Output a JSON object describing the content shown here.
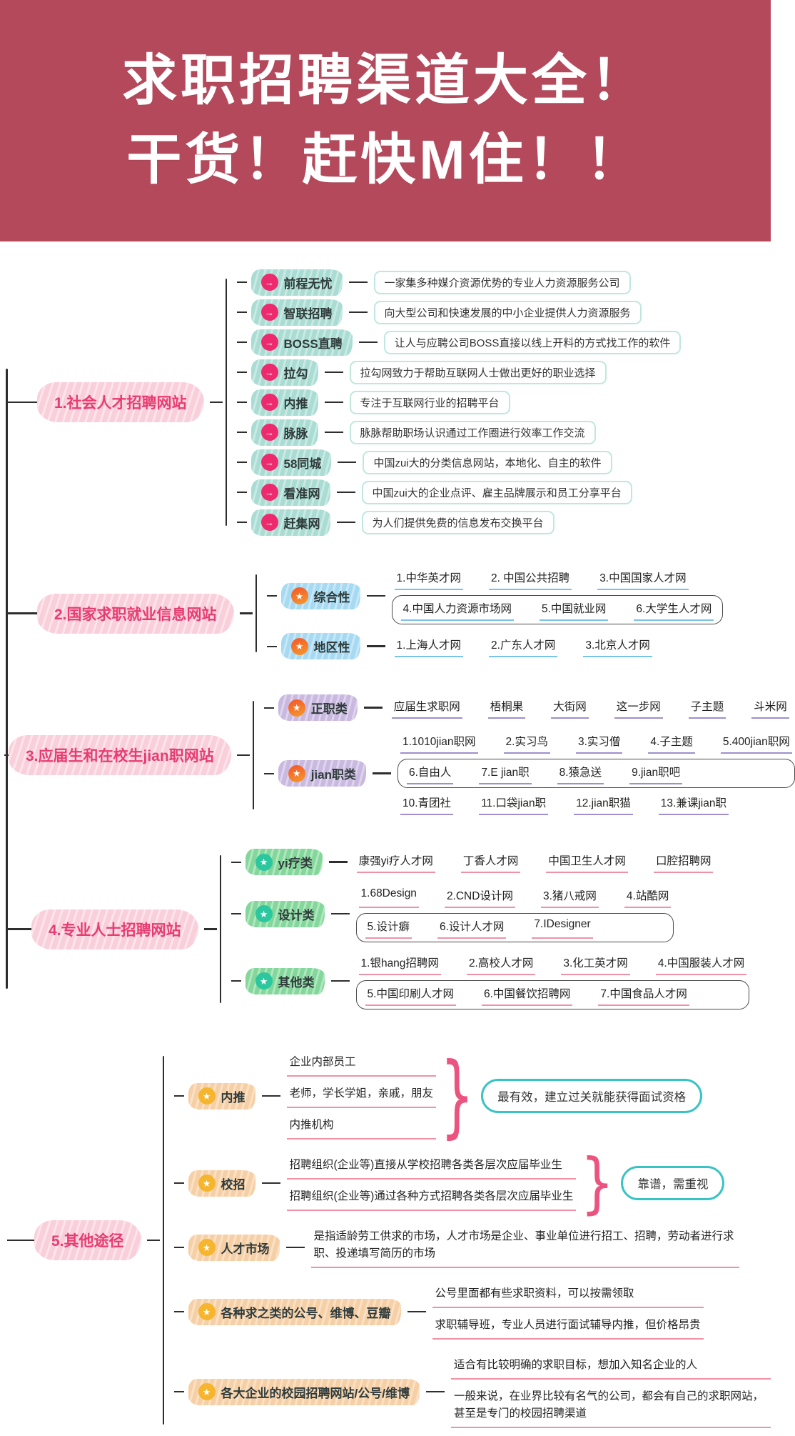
{
  "header": {
    "line1": "求职招聘渠道大全！",
    "line2": "干货！赶快M住！！"
  },
  "icons": {
    "arrow": "→",
    "star": "★",
    "brace": "}"
  },
  "palette": {
    "banner_bg": "#b5495c",
    "main_node_bg": "#f9cfdb",
    "main_node_text": "#e73c72",
    "branch1_pill": "#a9dcd3",
    "branch2_pill": "#a6d9f2",
    "branch3_pill": "#c9b9e0",
    "branch4_pill": "#83d79a",
    "branch5_pill": "#f6cfa5",
    "arrow_dot": "#ee2a6f",
    "star_dot_orange": "#f4772a",
    "star_dot_green": "#2cc79e",
    "star_dot_gold": "#f5b52e",
    "callout_border": "#3ac3c5",
    "brace_color": "#ec5480"
  },
  "b1": {
    "title": "1.社会人才招聘网站",
    "children": [
      {
        "label": "前程无忧",
        "desc": "一家集多种媒介资源优势的专业人力资源服务公司"
      },
      {
        "label": "智联招聘",
        "desc": "向大型公司和快速发展的中小企业提供人力资源服务"
      },
      {
        "label": "BOSS直聘",
        "desc": "让人与应聘公司BOSS直接以线上开料的方式找工作的软件"
      },
      {
        "label": "拉勾",
        "desc": "拉勾网致力于帮助互联网人士做出更好的职业选择"
      },
      {
        "label": "内推",
        "desc": "专注于互联网行业的招聘平台"
      },
      {
        "label": "脉脉",
        "desc": "脉脉帮助职场认识通过工作圈进行效率工作交流"
      },
      {
        "label": "58同城",
        "desc": "中国zui大的分类信息网站，本地化、自主的软件"
      },
      {
        "label": "看准网",
        "desc": "中国zui大的企业点评、雇主品牌展示和员工分享平台"
      },
      {
        "label": "赶集网",
        "desc": "为人们提供免费的信息发布交换平台"
      }
    ]
  },
  "b2": {
    "title": "2.国家求职就业信息网站",
    "cats": [
      {
        "label": "综合性",
        "rows": [
          [
            "1.中华英才网",
            "2. 中国公共招聘",
            "3.中国国家人才网"
          ],
          [
            "4.中国人力资源市场网",
            "5.中国就业网",
            "6.大学生人才网"
          ]
        ]
      },
      {
        "label": "地区性",
        "rows": [
          [
            "1.上海人才网",
            "2.广东人才网",
            "3.北京人才网"
          ]
        ]
      }
    ]
  },
  "b3": {
    "title": "3.应届生和在校生jian职网站",
    "cats": [
      {
        "label": "正职类",
        "rows": [
          [
            "应届生求职网",
            "梧桐果",
            "大街网",
            "这一步网",
            "子主题",
            "斗米网"
          ]
        ]
      },
      {
        "label": "jian职类",
        "rows": [
          [
            "1.1010jian职网",
            "2.实习鸟",
            "3.实习僧",
            "4.子主题",
            "5.400jian职网"
          ],
          [
            "6.自由人",
            "7.E jian职",
            "8.猿急送",
            "9.jian职吧"
          ],
          [
            "10.青团社",
            "11.口袋jian职",
            "12.jian职猫",
            "13.兼课jian职"
          ]
        ]
      }
    ]
  },
  "b4": {
    "title": "4.专业人士招聘网站",
    "cats": [
      {
        "label": "yi疗类",
        "rows": [
          [
            "康强yi疗人才网",
            "丁香人才网",
            "中国卫生人才网",
            "口腔招聘网"
          ]
        ]
      },
      {
        "label": "设计类",
        "rows": [
          [
            "1.68Design",
            "2.CND设计网",
            "3.猪八戒网",
            "4.站酷网"
          ],
          [
            "5.设计癖",
            "6.设计人才网",
            "7.IDesigner"
          ]
        ]
      },
      {
        "label": "其他类",
        "rows": [
          [
            "1.银hang招聘网",
            "2.高校人才网",
            "3.化工英才网",
            "4.中国服装人才网"
          ],
          [
            "5.中国印刷人才网",
            "6.中国餐饮招聘网",
            "7.中国食品人才网"
          ]
        ]
      }
    ]
  },
  "b5": {
    "title": "5.其他途径",
    "children": [
      {
        "label": "内推",
        "items": [
          "企业内部员工",
          "老师，学长学姐，亲戚，朋友",
          "内推机构"
        ],
        "callout": "最有效，建立过关就能获得面试资格"
      },
      {
        "label": "校招",
        "items": [
          "招聘组织(企业等)直接从学校招聘各类各层次应届毕业生",
          "招聘组织(企业等)通过各种方式招聘各类各层次应届毕业生"
        ],
        "callout": "靠谱，需重视"
      },
      {
        "label": "人才市场",
        "items": [
          "是指适龄劳工供求的市场，人才市场是企业、事业单位进行招工、招聘，劳动者进行求职、投递填写简历的市场"
        ]
      },
      {
        "label": "各种求之类的公号、维博、豆瓣",
        "items": [
          "公号里面都有些求职资料，可以按需领取",
          "求职辅导班，专业人员进行面试辅导内推，但价格昂贵"
        ]
      },
      {
        "label": "各大企业的校园招聘网站/公号/维博",
        "items": [
          "适合有比较明确的求职目标，想加入知名企业的人",
          "一般来说，在业界比较有名气的公司，都会有自己的求职网站，甚至是专门的校园招聘渠道"
        ]
      }
    ]
  }
}
